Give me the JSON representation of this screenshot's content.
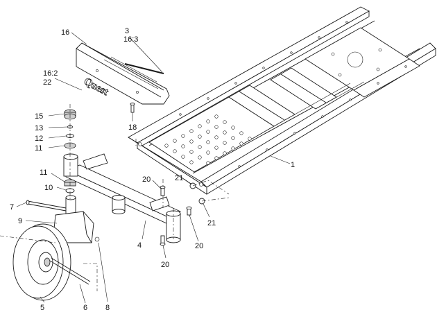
{
  "diagram": {
    "callouts": {
      "c1": "1",
      "c3": "3",
      "c16_3": "16:3",
      "c16": "16",
      "c16_2": "16:2",
      "c22": "22",
      "c15": "15",
      "c13": "13",
      "c12": "12",
      "c11a": "11",
      "c11b": "11",
      "c10": "10",
      "c18": "18",
      "c7": "7",
      "c9": "9",
      "c20a": "20",
      "c21a": "21",
      "c21b": "21",
      "c20b": "20",
      "c20c": "20",
      "c4": "4",
      "c5": "5",
      "c6": "6",
      "c8": "8"
    },
    "logo_text": "Quest"
  }
}
